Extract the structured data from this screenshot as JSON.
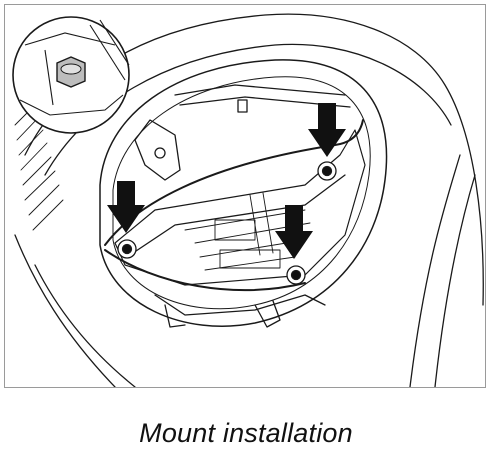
{
  "caption": "Mount installation",
  "colors": {
    "line": "#1a1a1a",
    "arrow": "#111111",
    "frame": "#9a9a9a",
    "background": "#ffffff"
  },
  "diagram": {
    "arrows": [
      {
        "label": "",
        "direction": "down"
      },
      {
        "label": "",
        "direction": "down"
      },
      {
        "label": "",
        "direction": "down"
      }
    ],
    "mount_points": 3,
    "detail_inset": "hex-nut-detail"
  }
}
